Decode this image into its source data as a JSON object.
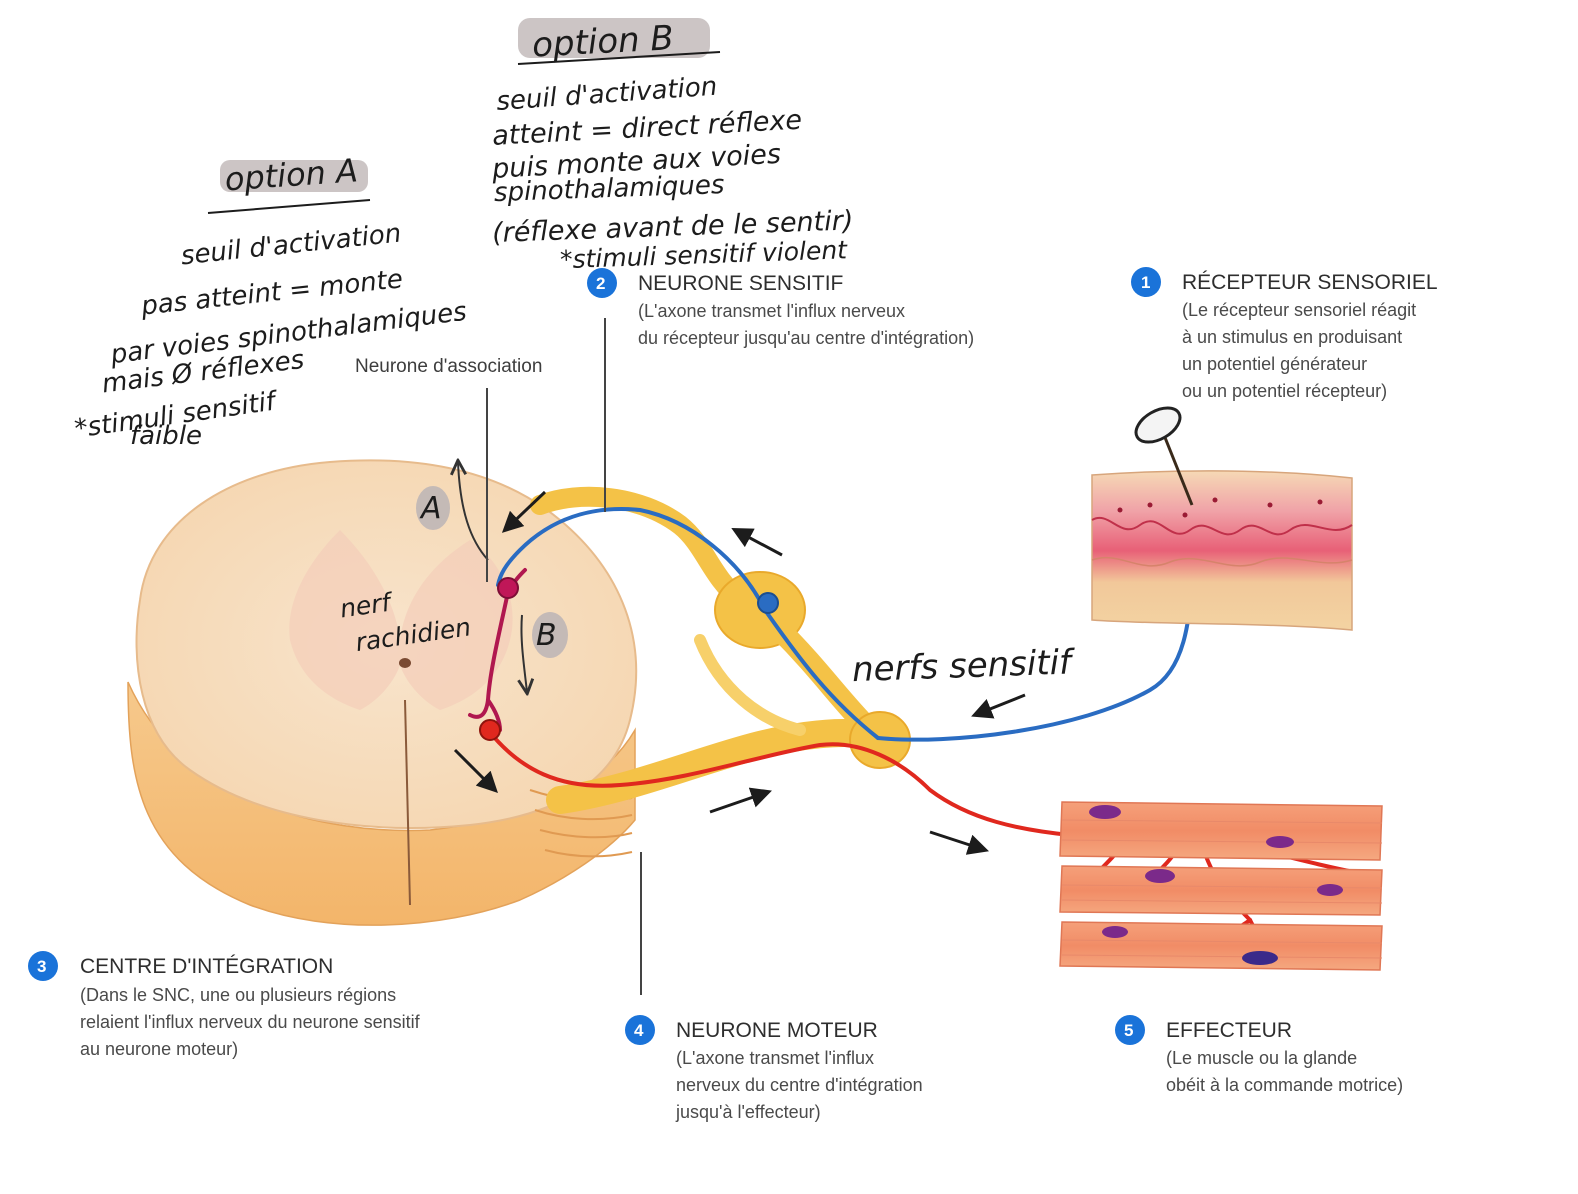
{
  "colors": {
    "badge": "#1a73d9",
    "sensory_neuron": "#2a6cc2",
    "motor_neuron": "#e0281e",
    "association_neuron": "#b0174f",
    "nerve": "#f4c247",
    "spinal_cord": "#f7e2c2",
    "highlight": "#bfb6b6"
  },
  "annotations": {
    "option_a": {
      "title": "option A",
      "lines": [
        "seuil d'activation",
        "pas atteint = monte",
        "par voies spinothalamiques",
        "mais Ø réflexes",
        "*stimuli sensitif",
        "faible"
      ]
    },
    "option_b": {
      "title": "option B",
      "lines": [
        "seuil d'activation",
        "atteint = direct réflexe",
        "puis monte aux voies",
        "spinothalamiques",
        "(réflexe avant de le sentir)",
        "*stimuli sensitif violent"
      ]
    },
    "marker_a": "A",
    "marker_b": "B",
    "nerf_rachidien": [
      "nerf",
      "rachidien"
    ],
    "nerfs_sensitif": "nerfs sensitif"
  },
  "labels": {
    "association": "Neurone d'association",
    "sensitif": {
      "num": "2",
      "title": "NEURONE SENSITIF",
      "lines": [
        "(L'axone transmet l'influx nerveux",
        "du récepteur jusqu'au centre d'intégration)"
      ]
    },
    "recepteur": {
      "num": "1",
      "title": "RÉCEPTEUR SENSORIEL",
      "lines": [
        "(Le récepteur sensoriel réagit",
        "à un stimulus en produisant",
        "un potentiel générateur",
        "ou un potentiel récepteur)"
      ]
    },
    "integration": {
      "num": "3",
      "title": "CENTRE D'INTÉGRATION",
      "lines": [
        "(Dans le SNC, une ou plusieurs régions",
        "relaient l'influx nerveux du neurone sensitif",
        "au neurone moteur)"
      ]
    },
    "moteur": {
      "num": "4",
      "title": "NEURONE MOTEUR",
      "lines": [
        "(L'axone transmet l'influx",
        "nerveux du centre d'intégration",
        "jusqu'à l'effecteur)"
      ]
    },
    "effecteur": {
      "num": "5",
      "title": "EFFECTEUR",
      "lines": [
        "(Le muscle ou la glande",
        "obéit à la commande motrice)"
      ]
    }
  }
}
